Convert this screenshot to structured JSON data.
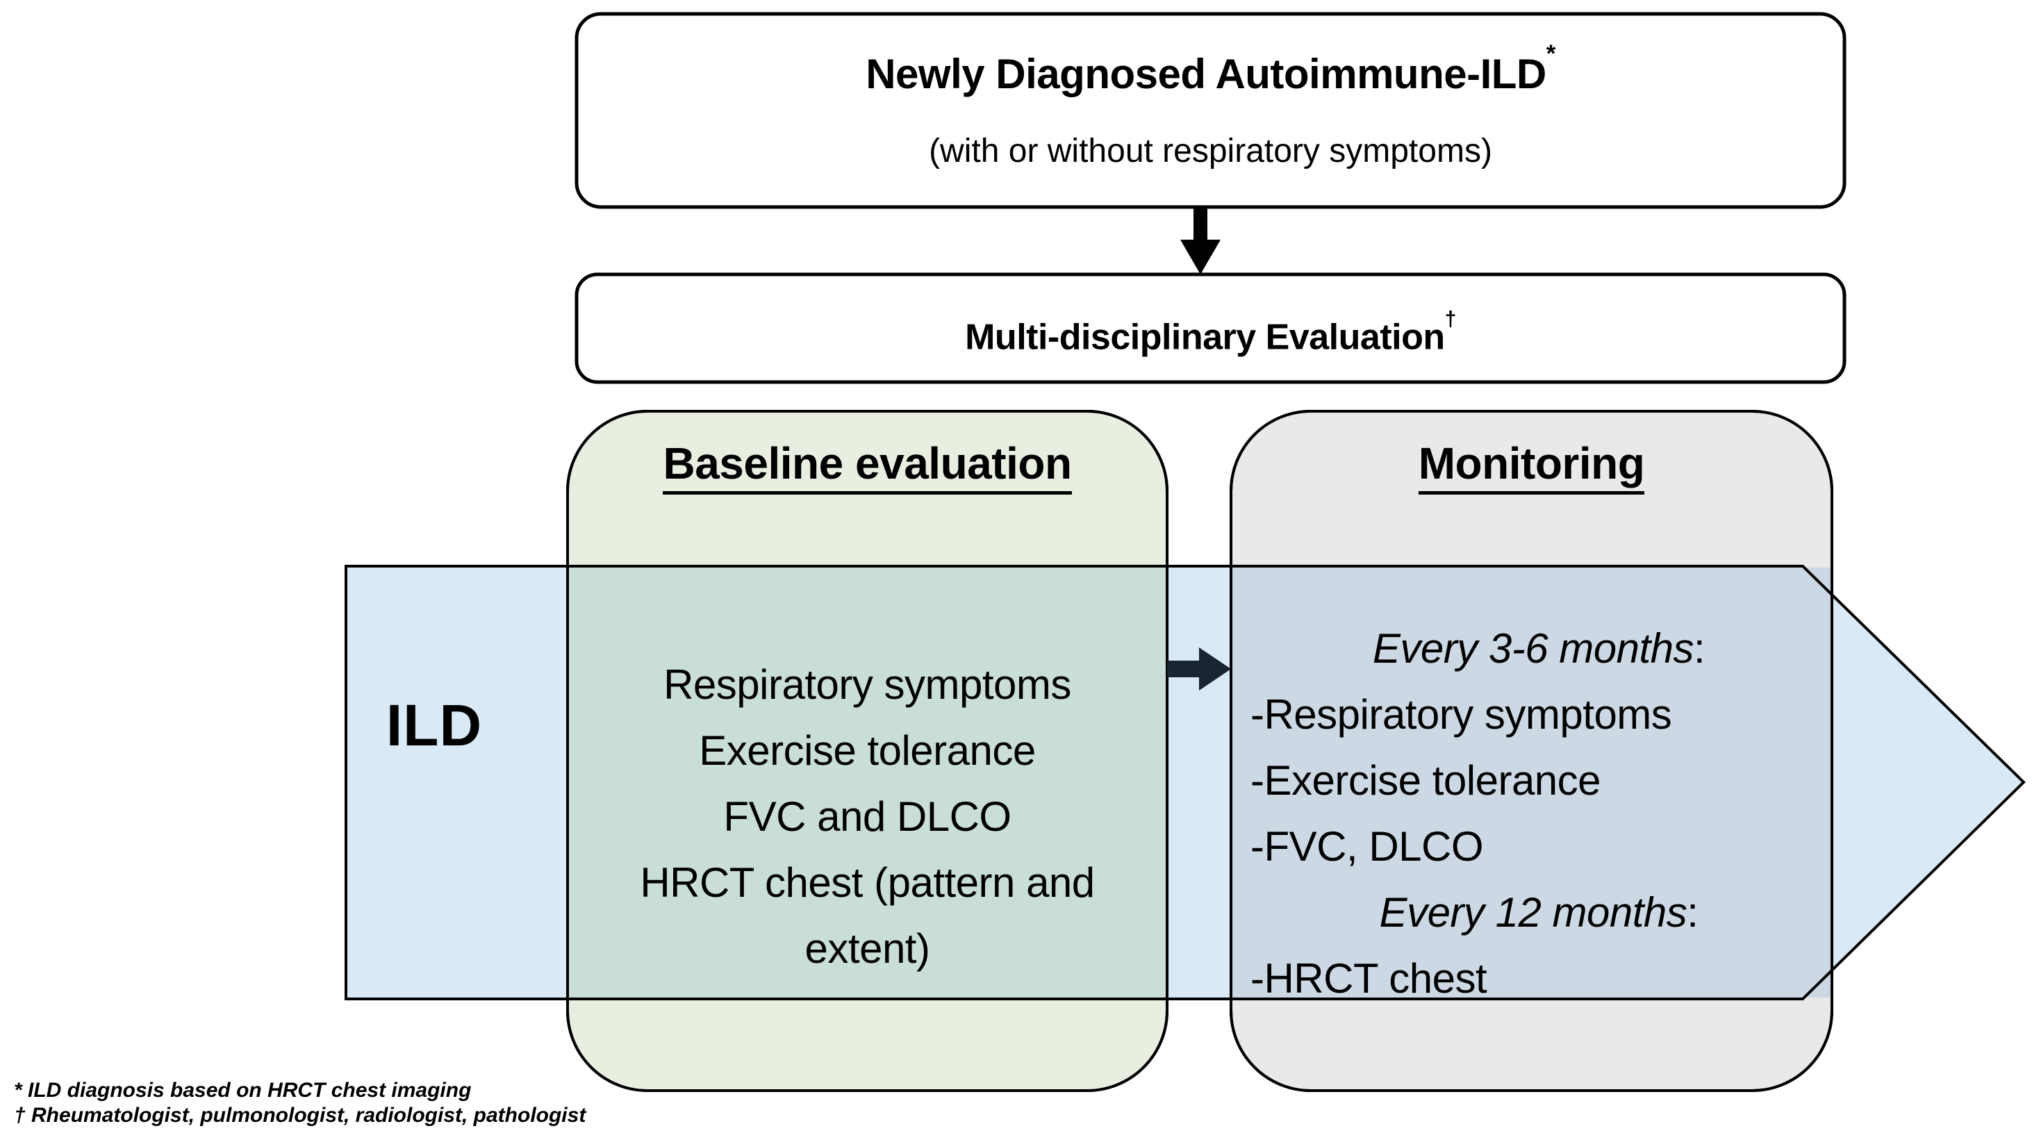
{
  "figure": {
    "type": "clinical-pathway-flowchart",
    "top_box": {
      "title": "Newly Diagnosed Autoimmune-ILD",
      "title_sup": "*",
      "subtitle": "(with or without respiratory symptoms)"
    },
    "evaluation_box": {
      "title": "Multi-disciplinary Evaluation",
      "title_sup": "†"
    },
    "arrow_band": {
      "label": "ILD"
    },
    "baseline": {
      "title": "Baseline evaluation",
      "lines": [
        {
          "text": "Respiratory symptoms"
        },
        {
          "text": "Exercise tolerance"
        },
        {
          "text": "FVC and DLCO"
        },
        {
          "text": "HRCT chest (pattern and"
        },
        {
          "text": "extent)"
        }
      ]
    },
    "monitoring": {
      "title": "Monitoring",
      "lines": [
        {
          "italic": "Every 3-6 months",
          "text": ":",
          "center": true
        },
        {
          "text": "-Respiratory symptoms"
        },
        {
          "text": "-Exercise tolerance"
        },
        {
          "text": "-FVC, DLCO"
        },
        {
          "italic": "Every 12 months",
          "text": ":",
          "center": true
        },
        {
          "text": "-HRCT chest"
        }
      ]
    },
    "footnotes": [
      {
        "text": "* ILD diagnosis based on HRCT chest imaging"
      },
      {
        "text": "† Rheumatologist, pulmonologist, radiologist, pathologist"
      }
    ]
  },
  "colors": {
    "band_blue": "#d9e9f5",
    "band_over_green": "#c9ded8",
    "band_over_gray": "#ccd9e4",
    "green_box": "#e8efe1",
    "gray_box": "#e9e9e8",
    "small_arrow_navy": "#18242f",
    "outline_black": "#000000"
  }
}
